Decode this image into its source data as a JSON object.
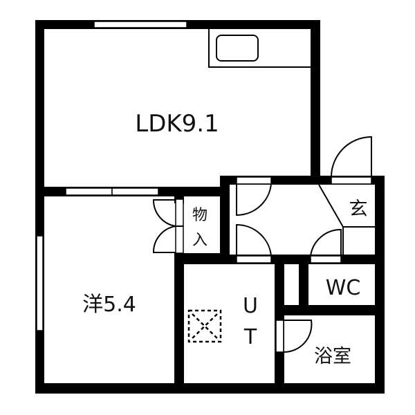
{
  "floor_plan": {
    "rooms": {
      "ldk": {
        "label": "LDK9.1",
        "type": "LDK",
        "size_jo": "9.1"
      },
      "western_room": {
        "label": "洋5.4",
        "type": "洋室",
        "size_jo": "5.4"
      },
      "storage": {
        "label_line1": "物",
        "label_line2": "入"
      },
      "entrance": {
        "label": "玄"
      },
      "toilet": {
        "label": "WC"
      },
      "utility": {
        "label_line1": "U",
        "label_line2": "T"
      },
      "bathroom": {
        "label": "浴室"
      }
    },
    "colors": {
      "wall": "#000000",
      "background": "#ffffff"
    }
  }
}
